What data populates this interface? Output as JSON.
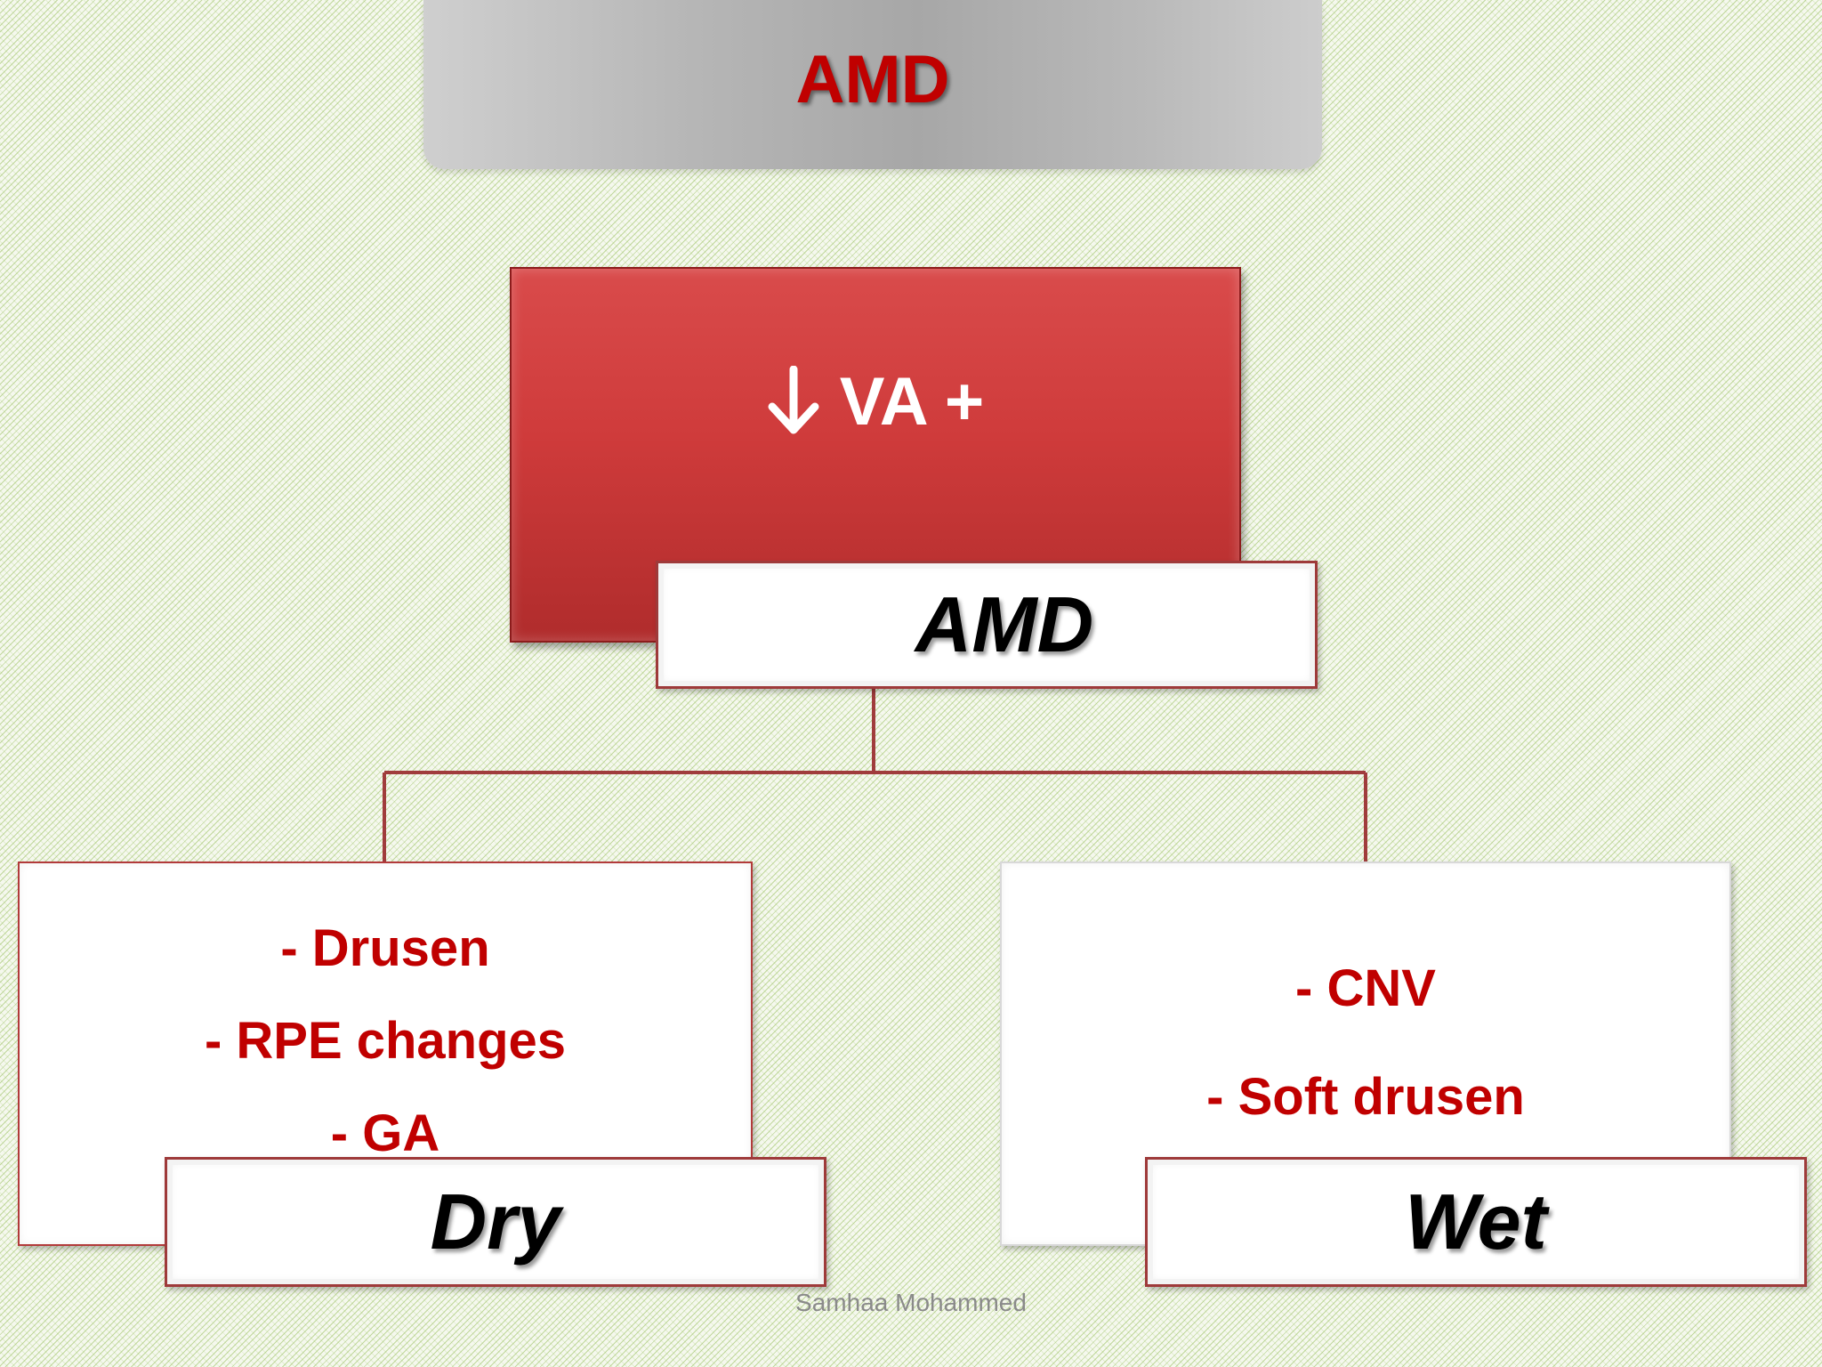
{
  "title": "AMD",
  "root": {
    "symptom": "VA +",
    "label": "AMD"
  },
  "branches": [
    {
      "label": "Dry",
      "items": [
        "- Drusen",
        "- RPE changes",
        "- GA"
      ]
    },
    {
      "label": "Wet",
      "items": [
        "- CNV",
        "- Soft drusen"
      ]
    }
  ],
  "footer": "Samhaa Mohammed",
  "colors": {
    "accent_red": "#c00000",
    "box_red": "#cf3b3b",
    "connector": "#a03c3c"
  },
  "icons": {
    "symptom_icon": "arrow-down-icon"
  }
}
